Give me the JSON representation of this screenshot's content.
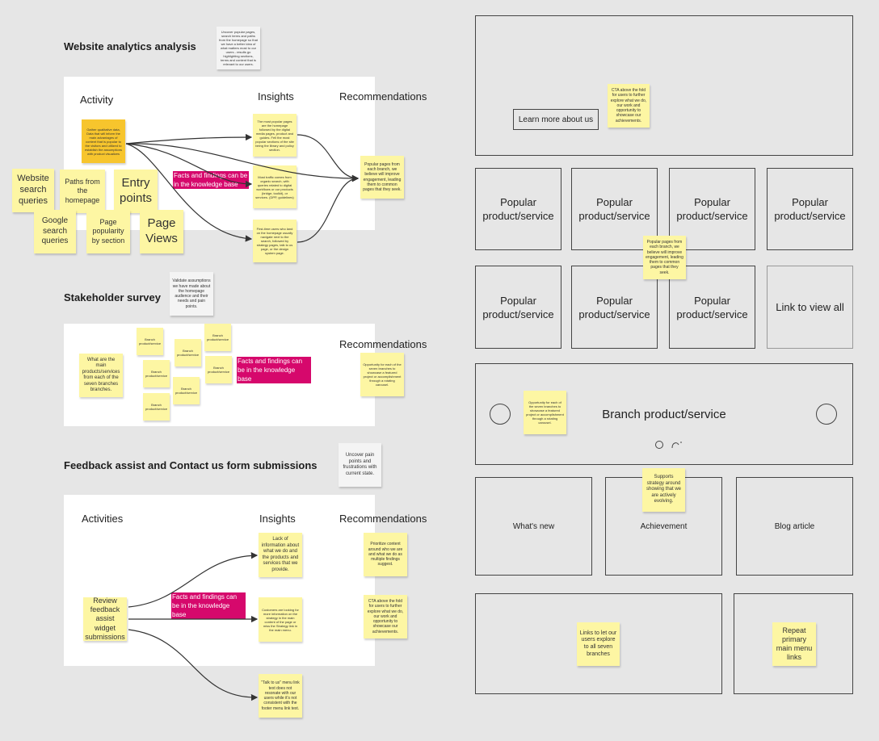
{
  "sections": {
    "analytics": {
      "title": "Website analytics analysis",
      "note": "Uncover popular pages, search terms and paths from the homepage so that we have a better idea of what matters most to our users - results go highlighting sections, terms and content that is relevant to our users.",
      "col_activity": "Activity",
      "col_insights": "Insights",
      "col_recommendations": "Recommendations",
      "activity_note": "Gather qualitative data, Data that will inform the main advantages of content that is popular to the visitors and utilized to establish the assumptions with product visualizes",
      "stickies": {
        "search_queries": "Website search queries",
        "paths": "Paths from the homepage",
        "entry_points": "Entry points",
        "google": "Google search queries",
        "popularity": "Page popularity by section",
        "page_views": "Page Views"
      },
      "tag": "Facts and findings can be in the knowledge base",
      "insight_1": "The most popular pages are the homepage followed by the digital media pages, product and guides. Fell the most popular sections of the site being the library and policy section.",
      "insight_2": "Most traffic comes from organic search, with queries related to digital workflows or our products (bridge, toolkit), or services. (DPP, guidelines)",
      "insight_3": "First-time users who land on the homepage usually navigate next to the search, followed by strategy pages, talk to us page, or the design system page.",
      "recommendation": "Popular pages from each branch, we believe will improve engagement, leading them to common pages that they seek."
    },
    "survey": {
      "title": "Stakeholder survey",
      "note": "Validate assumptions we have made about the homepage audience and their needs and pain points.",
      "question": "What are the main products/services from each of the seven branches branches.",
      "branch_label": "Branch product/service",
      "tag": "Facts and findings can be in the knowledge base",
      "col_recommendations": "Recommendations",
      "recommendation": "Opportunity for each of the seven branches to showcase a featured project or accomplishment through a rotating carousel."
    },
    "feedback": {
      "title": "Feedback assist and Contact us form submissions",
      "note": "Uncover pain points and frustrations with current state.",
      "col_activities": "Activities",
      "col_insights": "Insights",
      "col_recommendations": "Recommendations",
      "activity": "Review feedback assist widget submissions",
      "tag": "Facts and findings can be in the knowledge base",
      "insight_1": "Lack of information about what we do and the products and services that we provide.",
      "insight_2": "Customers are looking for more information on the strategy in the main content of the page or miss the Strategy link in the main menu.",
      "insight_3": "\"Talk to us\" menu link text does not resonate with our users while it's not consistent with the footer menu link text.",
      "rec_1": "Prioritize content around who we are and what we do as multiple findings suggest.",
      "rec_2": "CTA above the fold for users to further explore what we do, our work and opportunity to showcase our achievements."
    }
  },
  "wireframe": {
    "hero_button": "Learn more about us",
    "hero_note": "CTA above the fold for users to further explore what we do, our work and opportunity to showcase our achievements.",
    "product_label": "Popular product/service",
    "view_all": "Link to view all",
    "grid_note": "Popular pages from each branch, we believe will improve engagement, leading them to common pages that they seek.",
    "carousel_label": "Branch product/service",
    "carousel_note": "Opportunity for each of the seven branches to showcase a featured project or accomplishment through a rotating carousel.",
    "whats_new": "What's new",
    "achievement": "Achievement",
    "achievement_note": "Supports strategy around showing that we are actively evolving.",
    "blog": "Blog article",
    "footer_links_note": "Links to let our users explore to all seven branches",
    "footer_menu_note": "Repeat primary main menu links"
  },
  "colors": {
    "background": "#e6e6e6",
    "sticky": "#fdf6a3",
    "sticky_highlight": "#f7c52d",
    "tag": "#d6086c"
  }
}
